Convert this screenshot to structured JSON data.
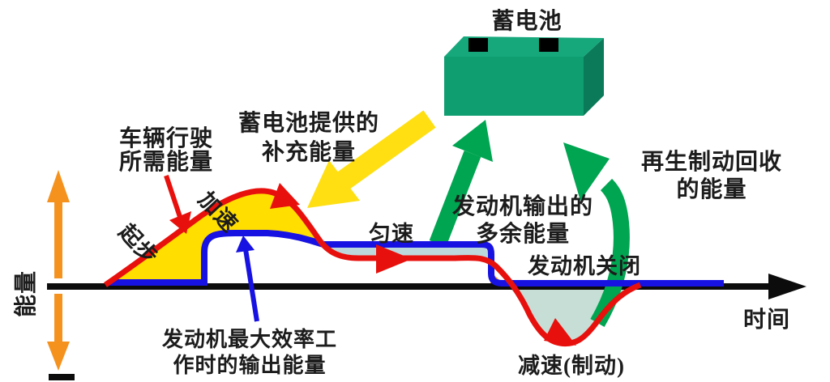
{
  "diagram": {
    "battery_label": "蓄电池",
    "y_axis_label": "能量",
    "x_axis_label": "时间",
    "labels": {
      "vehicle_energy": {
        "line1": "车辆行驶",
        "line2": "所需能量"
      },
      "battery_supplement": {
        "line1": "蓄电池提供的",
        "line2": "补充能量"
      },
      "start": "起步",
      "accelerate": "加速",
      "constant_speed": "匀速",
      "engine_surplus": {
        "line1": "发动机输出的",
        "line2": "多余能量"
      },
      "engine_off": "发动机关闭",
      "regen_braking": {
        "line1": "再生制动回收",
        "line2": "的能量"
      },
      "decelerate_braking": "减速(制动)",
      "engine_max_eff": {
        "line1": "发动机最大效率工",
        "line2": "作时的输出能量"
      }
    },
    "colors": {
      "red_curve": "#e8100c",
      "blue_curve": "#1712e2",
      "yellow_fill": "#ffde00",
      "yellow_arrow": "#ffdf12",
      "green_arrow": "#00a551",
      "battery_front": "#0f9e70",
      "battery_top": "#16a87b",
      "battery_side": "#0a7a58",
      "orange_axis": "#f5921e",
      "pale_fill": "#bcd8dc",
      "pale_dip": "#c7ded6",
      "axis_black": "#0c0c0c",
      "text": "#1c1c1c"
    }
  }
}
